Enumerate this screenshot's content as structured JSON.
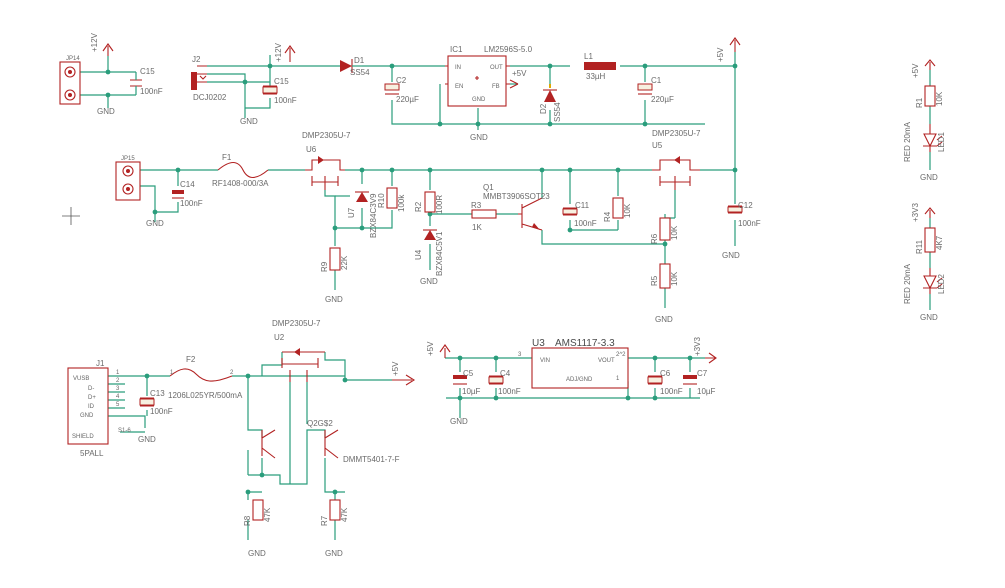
{
  "schematic": {
    "parts": {
      "jp14": "JP14",
      "jp15": "JP15",
      "c15a": "C15",
      "c15a_val": "100nF",
      "j2": "J2",
      "dcj": "DCJ0202",
      "c15b": "C15",
      "c15b_val": "100nF",
      "d1": "D1",
      "d1_val": "SS54",
      "ic1": "IC1",
      "ic1_val": "LM2596S-5.0",
      "ic1_in": "IN",
      "ic1_out": "OUT",
      "ic1_en": "EN",
      "ic1_fb": "FB",
      "ic1_gnd": "GND",
      "c2": "C2",
      "c2_val": "220µF",
      "d2": "D2",
      "d2_val": "SS54",
      "l1": "L1",
      "l1_val": "33µH",
      "c1": "C1",
      "c1_val": "220µF",
      "u6": "U6",
      "u5": "U5",
      "dmp": "DMP2305U-7",
      "f1": "F1",
      "f1_val": "RF1408-000/3A",
      "c14": "C14",
      "c14_val": "100nF",
      "u7": "U7",
      "u7_val": "BZX84C3V9",
      "r10": "R10",
      "r10_val": "100k",
      "r2": "R2",
      "r2_val": "100R",
      "q1": "Q1",
      "q1_val": "MMBT3906SOT23",
      "r3": "R3",
      "r3_val": "1K",
      "c11": "C11",
      "c11_val": "100nF",
      "r4": "R4",
      "r4_val": "10K",
      "c12": "C12",
      "c12_val": "100nF",
      "u4": "U4",
      "u4_val": "BZX84C5V1",
      "r9": "R9",
      "r9_val": "22K",
      "r6": "R6",
      "r6_val": "10K",
      "r5": "R5",
      "r5_val": "10K",
      "r1": "R1",
      "r1_val": "10K",
      "led1": "LED1",
      "led1_val": "RED 20mA",
      "r11": "R11",
      "r11_val": "4K7",
      "led2": "LED2",
      "led2_val": "RED 20mA",
      "j1": "J1",
      "j1_val": "5PALL",
      "j1_pins": [
        "VUSB",
        "D-",
        "D+",
        "ID",
        "GND",
        "SHIELD"
      ],
      "j1_pin_nums": [
        "1",
        "2",
        "3",
        "4",
        "5"
      ],
      "s1s6": "S1-6",
      "f2": "F2",
      "f2_val": "1206L025YR/500mA",
      "c13": "C13",
      "c13_val": "100nF",
      "u2": "U2",
      "q2": "Q2G$2",
      "q2_val": "DMMT5401-7-F",
      "r8": "R8",
      "r8_val": "47K",
      "r7": "R7",
      "r7_val": "47K",
      "u3": "U3",
      "u3_val": "AMS1117-3.3",
      "u3_vin": "VIN",
      "u3_vout": "VOUT",
      "u3_adj": "ADJ/GND",
      "c5": "C5",
      "c5_val": "10µF",
      "c4": "C4",
      "c4_val": "100nF",
      "c6": "C6",
      "c6_val": "100nF",
      "c7": "C7",
      "c7_val": "10µF"
    },
    "nets": {
      "p12v": "+12V",
      "p5v": "+5V",
      "p3v3": "+3V3",
      "gnd": "GND"
    },
    "pins": {
      "one": "1",
      "two": "2",
      "three": "3",
      "four": "4",
      "five": "5",
      "two2": "2^2"
    }
  }
}
